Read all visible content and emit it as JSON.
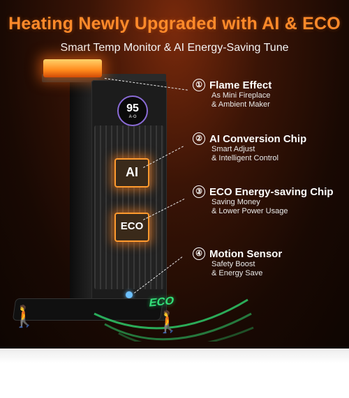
{
  "title": "Heating Newly Upgraded with AI & ECO",
  "subtitle": "Smart Temp Monitor & AI Energy-Saving Tune",
  "device": {
    "display_value": "95",
    "display_sub": "A·O",
    "chip_ai": "AI",
    "chip_eco": "ECO",
    "floor_text": "ECO"
  },
  "features": [
    {
      "num": "①",
      "title": "Flame Effect",
      "line1": "As Mini Fireplace",
      "line2": "& Ambient Maker"
    },
    {
      "num": "②",
      "title": "AI Conversion Chip",
      "line1": "Smart Adjust",
      "line2": "& Intelligent Control"
    },
    {
      "num": "③",
      "title": "ECO Energy-saving Chip",
      "line1": "Saving Money",
      "line2": "& Lower Power Usage"
    },
    {
      "num": "④",
      "title": "Motion Sensor",
      "line1": "Safety Boost",
      "line2": "& Energy Save"
    }
  ],
  "colors": {
    "accent": "#ff8a2a",
    "eco": "#33e07a",
    "sensor": "#6cc0ff"
  },
  "icons": [
    "flame-icon",
    "person-icon",
    "sensor-wave-icon"
  ]
}
